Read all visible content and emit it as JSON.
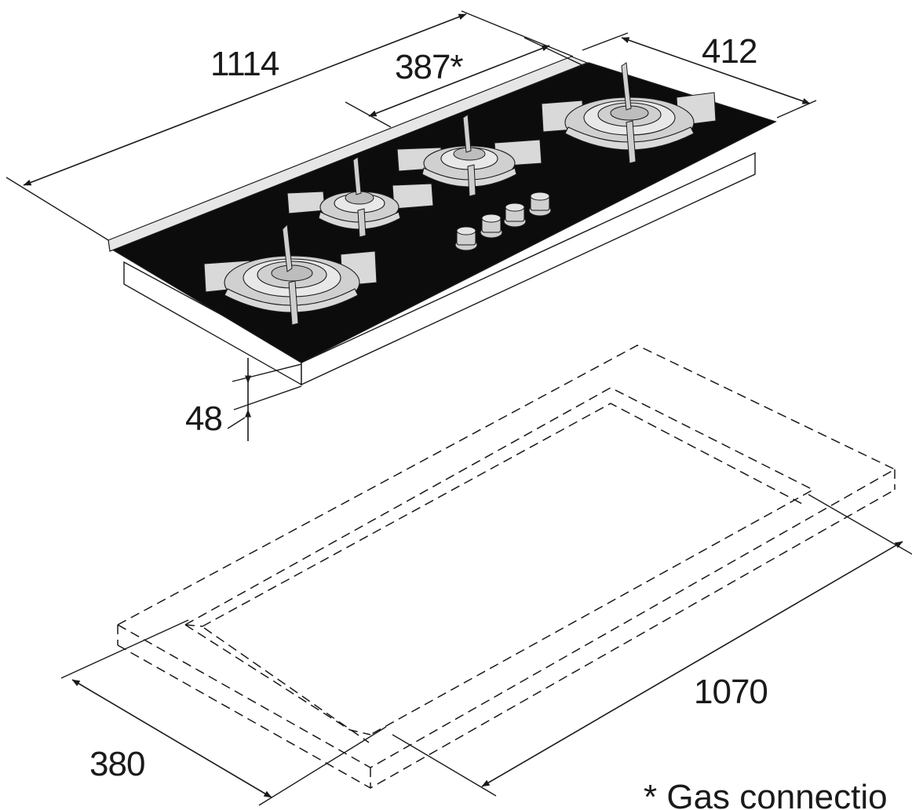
{
  "dimensions": {
    "overall_width": "1114",
    "gas_connection_offset": "387*",
    "depth": "412",
    "height": "48",
    "cutout_width": "1070",
    "cutout_depth": "380"
  },
  "footnote": "* Gas connectio",
  "colors": {
    "glass": "#0c0c0c",
    "line": "#1a1a1a",
    "grate": "#d9d9d9",
    "background": "#ffffff"
  },
  "hob": {
    "burners": [
      {
        "name": "wok-burner-left"
      },
      {
        "name": "small-burner"
      },
      {
        "name": "medium-burner"
      },
      {
        "name": "wok-burner-right"
      }
    ],
    "knob_count": 4
  }
}
